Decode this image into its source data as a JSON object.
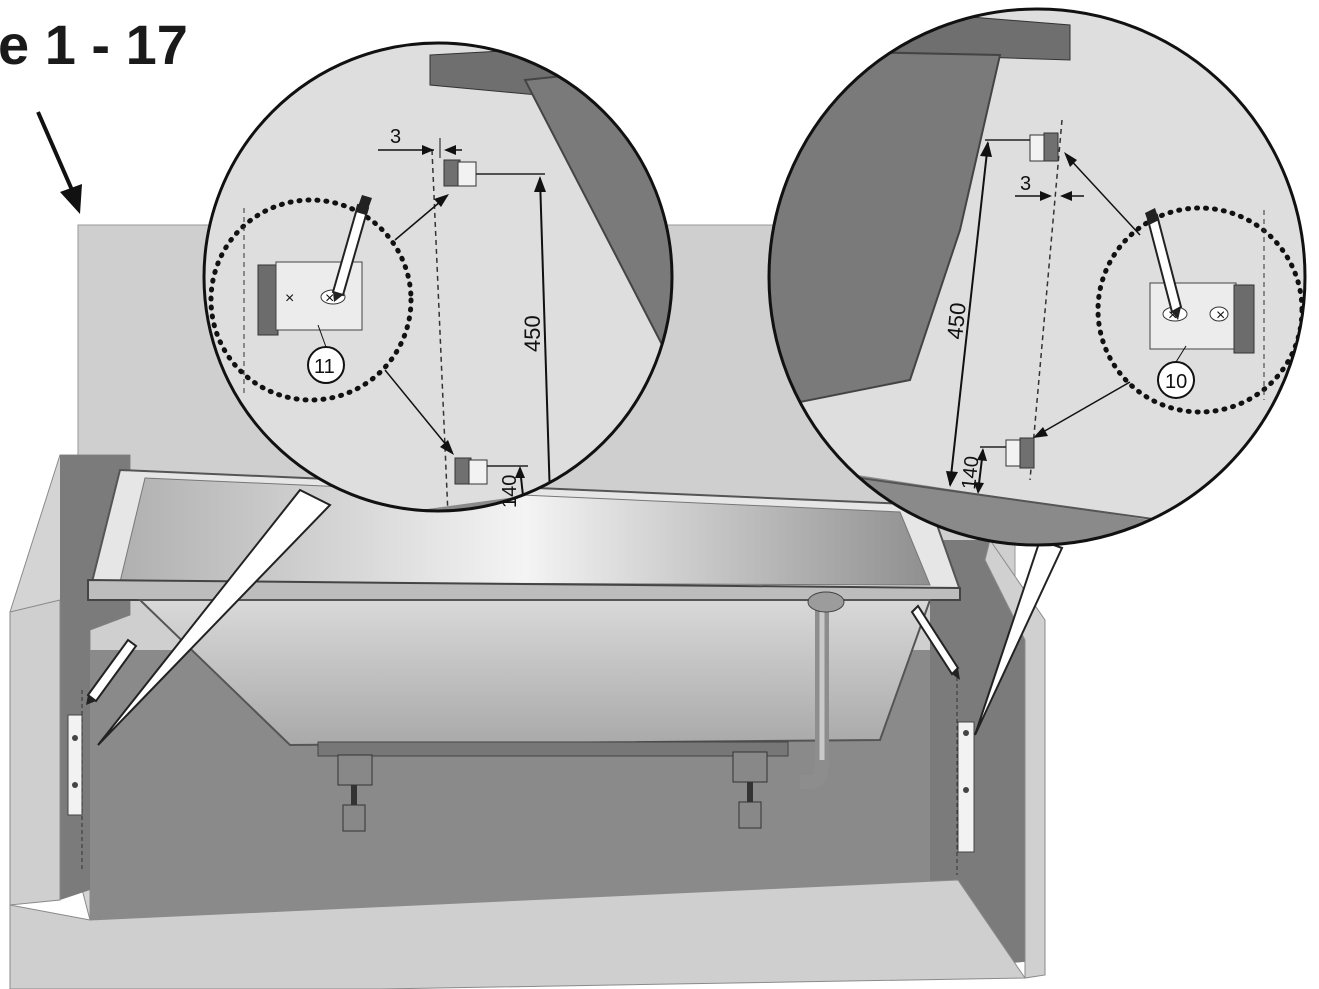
{
  "title": "e 1 - 17",
  "left_detail": {
    "offset_label": "3",
    "height_label": "450",
    "low_label": "140",
    "part_label": "11"
  },
  "right_detail": {
    "offset_label": "3",
    "height_label": "450",
    "low_label": "140",
    "part_label": "10"
  },
  "colors": {
    "wall": "#cfcfcf",
    "panel": "#7b7b7b",
    "floor": "#8a8a8a",
    "tub": "#c6c6c6",
    "circle_bg": "#dedede"
  }
}
